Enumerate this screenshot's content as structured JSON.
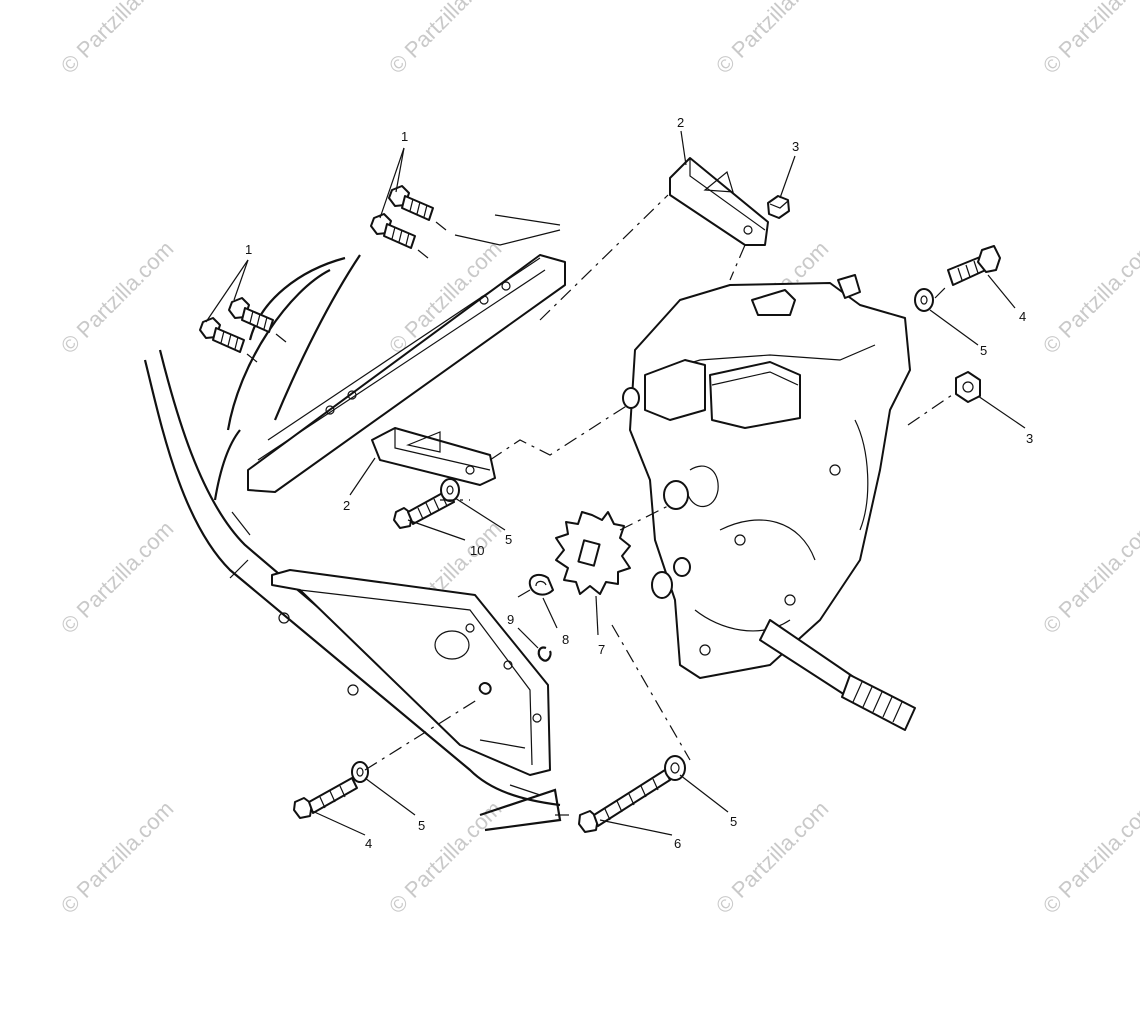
{
  "watermark": "© Partzilla.com",
  "callouts": {
    "c1a": "1",
    "c1b": "1",
    "c2a": "2",
    "c2b": "2",
    "c3a": "3",
    "c3b": "3",
    "c4a": "4",
    "c4b": "4",
    "c5a": "5",
    "c5b": "5",
    "c5c": "5",
    "c5d": "5",
    "c6": "6",
    "c7": "7",
    "c8": "8",
    "c9": "9",
    "c10": "10"
  },
  "colors": {
    "line": "#111111",
    "watermark": "#c9c9c9",
    "background": "#ffffff"
  }
}
